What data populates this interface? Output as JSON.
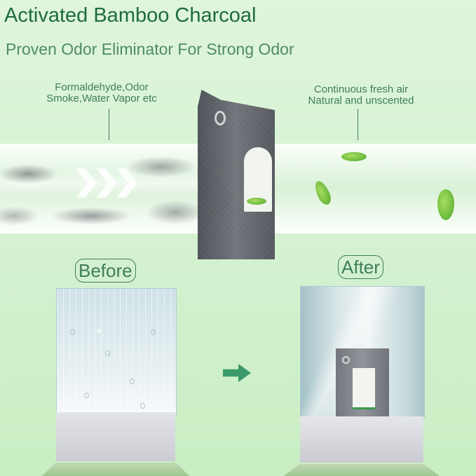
{
  "header": {
    "title": "Activated Bamboo Charcoal",
    "subtitle": "Proven Odor Eliminator For Strong Odor"
  },
  "airflow": {
    "left_label_line1": "Formaldehyde,Odor",
    "left_label_line2": "Smoke,Water Vapor etc",
    "right_label_line1": "Continuous fresh air",
    "right_label_line2": "Natural and unscented"
  },
  "comparison": {
    "before_label": "Before",
    "after_label": "After",
    "arrow_icon": "right-arrow-icon"
  },
  "colors": {
    "title": "#1d6b3e",
    "subtitle": "#4f8a68",
    "accent": "#3b9a6b",
    "background": "#d3f1cf"
  }
}
